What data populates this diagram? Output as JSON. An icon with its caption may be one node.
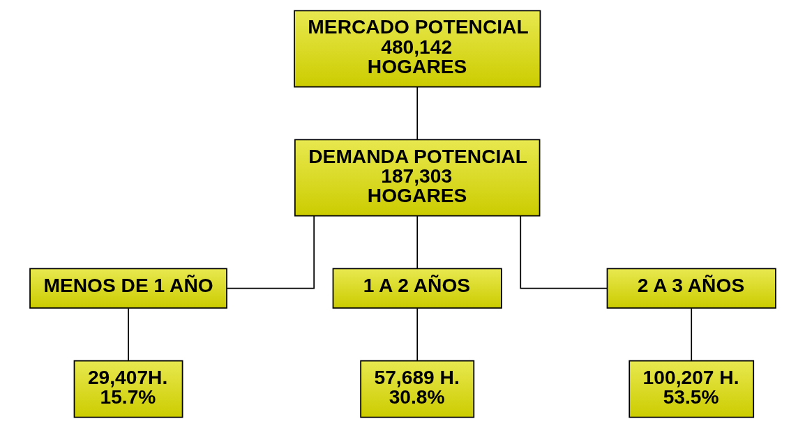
{
  "diagram": {
    "nodes": [
      {
        "text": [
          "MERCADO POTENCIAL 480,142 HOGARES"
        ]
      },
      {
        "text": [
          "DEMANDA POTENCIAL 187,303 HOGARES"
        ]
      },
      {
        "text": [
          "MENOS DE 1 AÑO"
        ]
      },
      {
        "text": [
          "1 A 2 AÑOS"
        ]
      },
      {
        "text": [
          "2 A 3 AÑOS"
        ]
      },
      {
        "text": [
          "29,407H. 15.7%"
        ]
      },
      {
        "text": [
          "57,689 H. 30.8%"
        ]
      },
      {
        "text": [
          "100,207 H. 53.5%"
        ]
      }
    ],
    "edges": [
      {
        "from": 0,
        "to": 1,
        "arrow": "none"
      },
      {
        "from": 1,
        "to": 2,
        "arrow": "none"
      },
      {
        "from": 1,
        "to": 3,
        "arrow": "none"
      },
      {
        "from": 1,
        "to": 4,
        "arrow": "none"
      },
      {
        "from": 2,
        "to": 5,
        "arrow": "none"
      },
      {
        "from": 3,
        "to": 6,
        "arrow": "none"
      },
      {
        "from": 4,
        "to": 7,
        "arrow": "none"
      }
    ]
  }
}
